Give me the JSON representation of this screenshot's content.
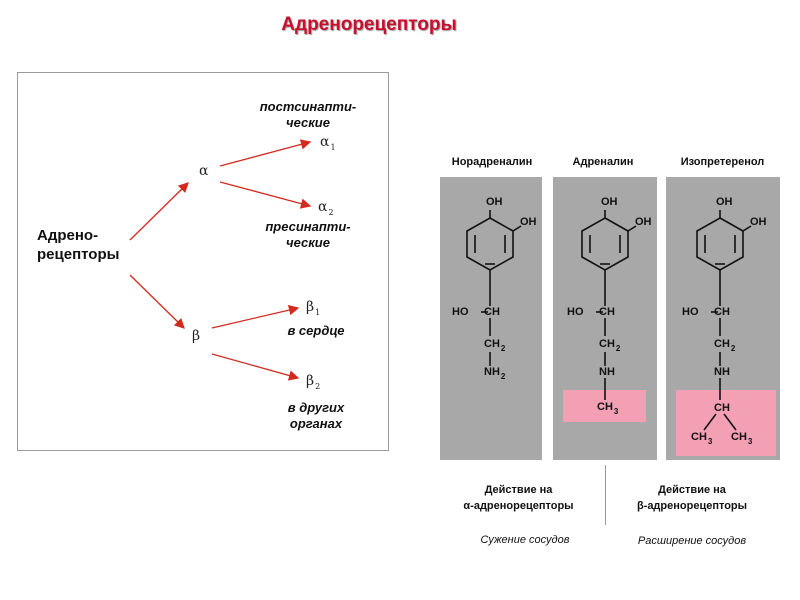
{
  "title": "Адренорецепторы",
  "tree": {
    "root_line1": "Адрено-",
    "root_line2": "рецепторы",
    "alpha": "α",
    "beta": "β",
    "alpha1": "α",
    "alpha1_sub": "1",
    "alpha2": "α",
    "alpha2_sub": "2",
    "beta1": "β",
    "beta1_sub": "1",
    "beta2": "β",
    "beta2_sub": "2",
    "postsynaptic_line1": "постсинапти-",
    "postsynaptic_line2": "ческие",
    "presynaptic_line1": "пресинапти-",
    "presynaptic_line2": "ческие",
    "heart": "в сердце",
    "other_line1": "в других",
    "other_line2": "органах"
  },
  "compounds": {
    "names": [
      "Норадреналин",
      "Адреналин",
      "Изопретеренол"
    ],
    "oh": "OH",
    "ho": "HO",
    "ch": "CH",
    "ch2": "CH",
    "ch2_sub": "2",
    "nh2": "NH",
    "nh2_sub": "2",
    "nh": "NH",
    "ch3": "CH",
    "ch3_sub": "3"
  },
  "actions": {
    "alpha_line1": "Действие на",
    "alpha_line2": "α-адренорецепторы",
    "beta_line1": "Действие на",
    "beta_line2": "β-адренорецепторы",
    "alpha_effect": "Сужение сосудов",
    "beta_effect": "Расширение сосудов"
  },
  "colors": {
    "title": "#c8102e",
    "arrow": "#d42a1e",
    "highlight": "#f4a0b4",
    "structure_bg": "#a8a8a8"
  }
}
